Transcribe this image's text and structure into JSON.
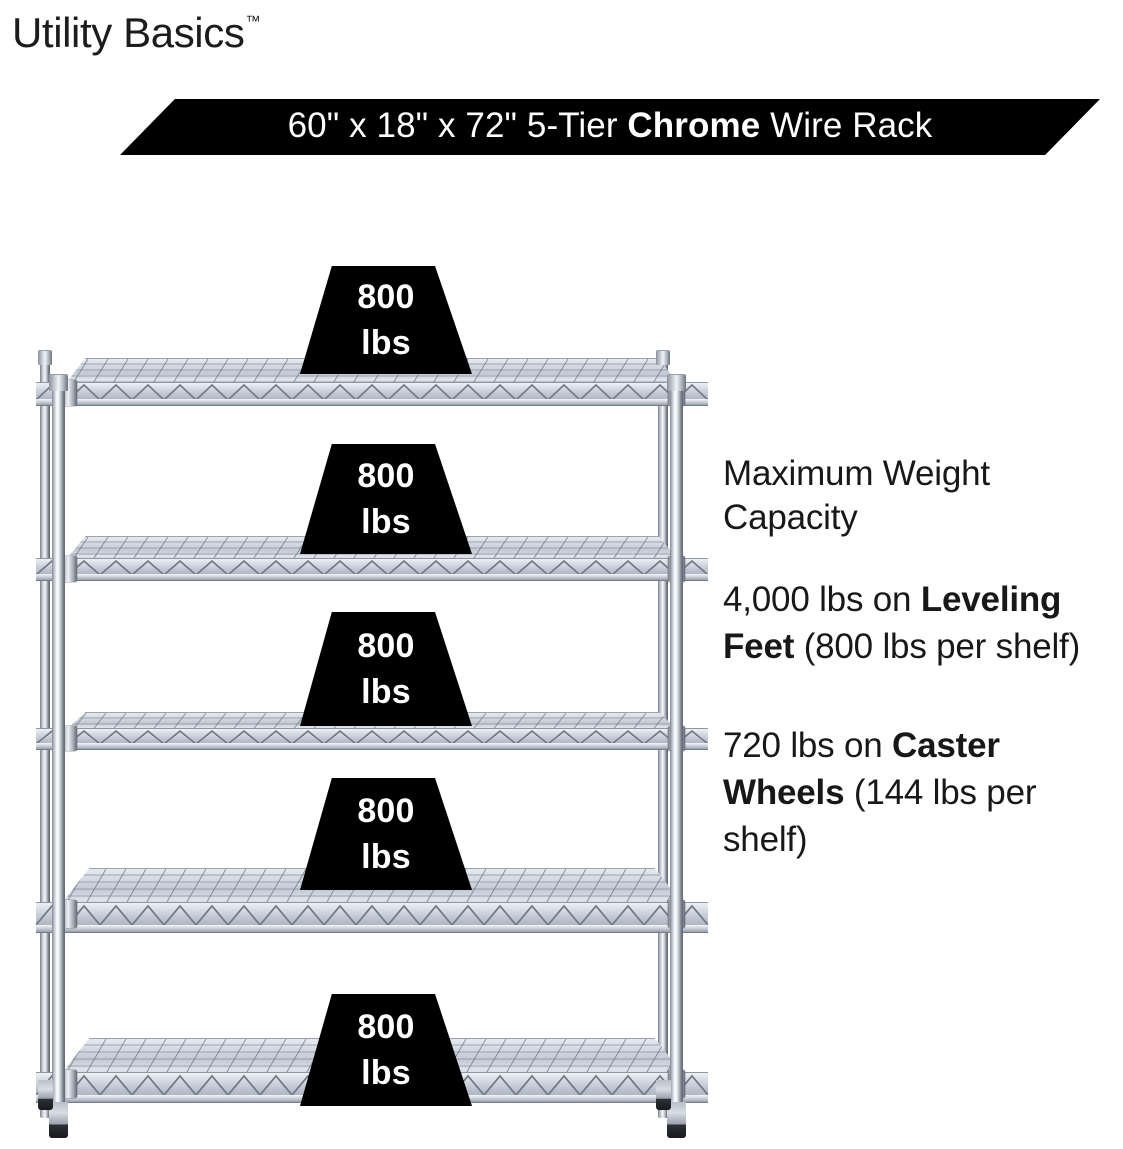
{
  "brand": {
    "name": "Utility Basics",
    "trademark": "™"
  },
  "banner": {
    "prefix": "60\" x 18\" x 72\" 5-Tier ",
    "emphasis": "Chrome",
    "suffix": " Wire Rack",
    "full_text": "60\" x 18\" x 72\" 5-Tier Chrome Wire Rack",
    "background_color": "#000000",
    "text_color": "#ffffff"
  },
  "product": {
    "type": "5-tier chrome wire shelving rack",
    "width_in": 60,
    "depth_in": 18,
    "height_in": 72,
    "tiers": 5,
    "finish": "Chrome"
  },
  "badges": [
    {
      "number": "800",
      "unit": "lbs"
    },
    {
      "number": "800",
      "unit": "lbs"
    },
    {
      "number": "800",
      "unit": "lbs"
    },
    {
      "number": "800",
      "unit": "lbs"
    },
    {
      "number": "800",
      "unit": "lbs"
    }
  ],
  "info": {
    "heading": "Maximum Weight Capacity",
    "paragraph_1": {
      "lead": "4,000 lbs on ",
      "emphasis": "Leveling Feet",
      "tail": " (800 lbs per shelf)",
      "full_text": "4,000 lbs on Leveling Feet (800 lbs per shelf)"
    },
    "paragraph_2": {
      "lead": "720 lbs on ",
      "emphasis": "Caster Wheels",
      "tail": " (144 lbs per shelf)",
      "full_text": "720 lbs on Caster Wheels (144 lbs per shelf)"
    }
  },
  "colors": {
    "background": "#ffffff",
    "text": "#17181a",
    "accent": "#000000",
    "chrome_light": "#eef1f5",
    "chrome_mid": "#c3cad6",
    "chrome_dark": "#6f757e"
  }
}
